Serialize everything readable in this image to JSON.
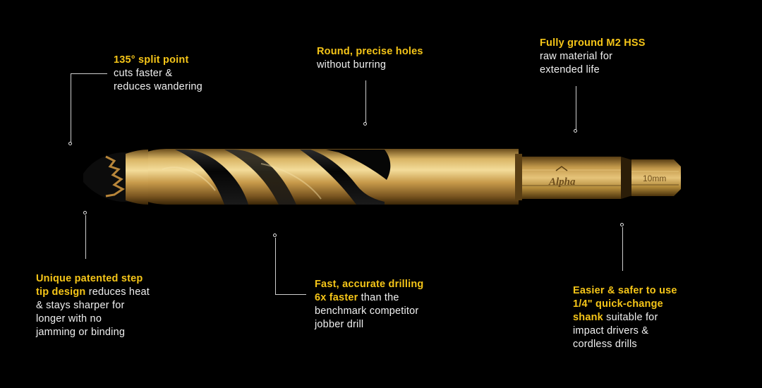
{
  "callouts": {
    "split_point": {
      "highlight": "135° split point",
      "line2": "cuts faster &",
      "line3": "reduces wandering"
    },
    "precise_holes": {
      "highlight": "Round, precise holes",
      "line2": "without burring"
    },
    "m2_hss": {
      "highlight": "Fully ground M2 HSS",
      "line2": "raw material for",
      "line3": "extended life"
    },
    "step_tip": {
      "highlight1": "Unique patented step",
      "highlight2": "tip design",
      "rest2": " reduces heat",
      "line3": "& stays sharper for",
      "line4": "longer with no",
      "line5": "jamming or binding"
    },
    "fast_drilling": {
      "highlight1": "Fast, accurate drilling",
      "highlight2": "6x faster",
      "rest2": " than the",
      "line3": "benchmark competitor",
      "line4": "jobber drill"
    },
    "shank": {
      "highlight1": "Easier & safer to use",
      "highlight2": "1/4\" quick-change",
      "highlight3": "shank",
      "rest3": " suitable for",
      "line4": "impact drivers &",
      "line5": "cordless drills"
    }
  },
  "drill_markings": {
    "brand": "Alpha",
    "size": "10mm"
  },
  "colors": {
    "background": "#000000",
    "highlight": "#f5c518",
    "body_text": "#f0f0f0",
    "gold": "#c9a24e",
    "black_flute": "#0d0d0d"
  }
}
